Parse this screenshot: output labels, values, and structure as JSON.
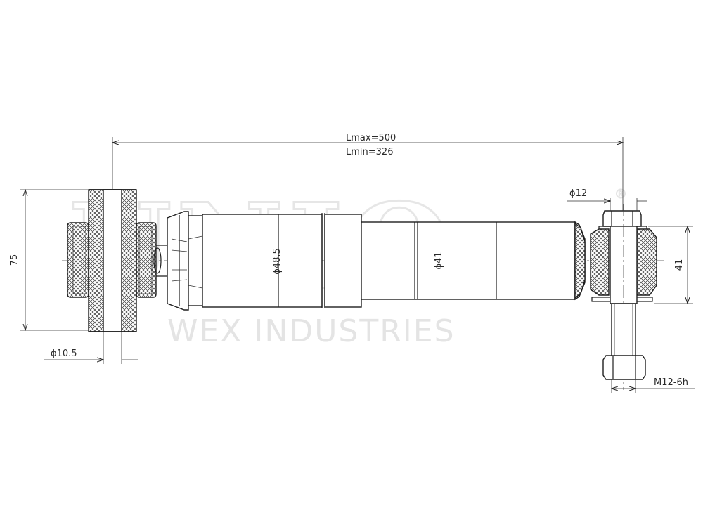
{
  "watermark": {
    "brand": "UNIO",
    "registered": "®",
    "company": "WEX INDUSTRIES"
  },
  "dimensions": {
    "lmax": "Lmax=500",
    "lmin": "Lmin=326",
    "eye_height": "75",
    "bolt_hole": "ϕ10.5",
    "body_diameter": "ϕ48.5",
    "tube_diameter": "ϕ41",
    "stud_diameter": "ϕ12",
    "mount_height": "41",
    "thread": "M12-6h"
  }
}
